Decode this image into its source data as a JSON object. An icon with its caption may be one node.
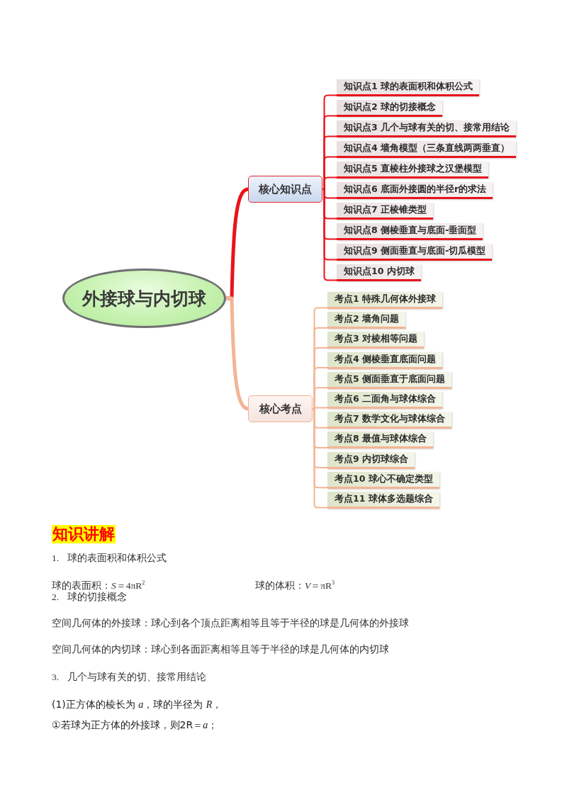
{
  "diagram": {
    "nodes": [
      {
        "text": [
          "外接球与内切球"
        ]
      },
      {
        "text": [
          "核心知识点"
        ]
      },
      {
        "text": [
          "知识点1 球的表面积和体积公式"
        ]
      },
      {
        "text": [
          "知识点2 球的切接概念"
        ]
      },
      {
        "text": [
          "知识点3 几个与球有关的切、接常用结论"
        ]
      },
      {
        "text": [
          "知识点4 墙角模型（三条直线两两垂直）"
        ]
      },
      {
        "text": [
          "知识点5 直棱柱外接球之汉堡模型"
        ]
      },
      {
        "text": [
          "知识点6 底面外接圆的半径r的求法"
        ]
      },
      {
        "text": [
          "知识点7 正棱锥类型"
        ]
      },
      {
        "text": [
          "知识点8 侧棱垂直与底面-垂面型"
        ]
      },
      {
        "text": [
          "知识点9 侧面垂直与底面-切瓜模型"
        ]
      },
      {
        "text": [
          "知识点10 内切球"
        ]
      },
      {
        "text": [
          "核心考点"
        ]
      },
      {
        "text": [
          "考点1 特殊几何体外接球"
        ]
      },
      {
        "text": [
          "考点2 墙角问题"
        ]
      },
      {
        "text": [
          "考点3 对棱相等问题"
        ]
      },
      {
        "text": [
          "考点4 侧棱垂直底面问题"
        ]
      },
      {
        "text": [
          "考点5 侧面垂直于底面问题"
        ]
      },
      {
        "text": [
          "考点6 二面角与球体综合"
        ]
      },
      {
        "text": [
          "考点7 数学文化与球体综合"
        ]
      },
      {
        "text": [
          "考点8 最值与球体综合"
        ]
      },
      {
        "text": [
          "考点9 内切球综合"
        ]
      },
      {
        "text": [
          "考点10 球心不确定类型"
        ]
      },
      {
        "text": [
          "考点11 球体多选题综合"
        ]
      }
    ],
    "edges": [
      {
        "from": 0,
        "to": 1,
        "arrow": "none",
        "style": "thick",
        "color": "#e8141c"
      },
      {
        "from": 1,
        "to": 2,
        "arrow": "none",
        "color": "#e8141c"
      },
      {
        "from": 1,
        "to": 3,
        "arrow": "none",
        "color": "#e8141c"
      },
      {
        "from": 1,
        "to": 4,
        "arrow": "none",
        "color": "#e8141c"
      },
      {
        "from": 1,
        "to": 5,
        "arrow": "none",
        "color": "#e8141c"
      },
      {
        "from": 1,
        "to": 6,
        "arrow": "none",
        "color": "#e8141c"
      },
      {
        "from": 1,
        "to": 7,
        "arrow": "none",
        "color": "#e8141c"
      },
      {
        "from": 1,
        "to": 8,
        "arrow": "none",
        "color": "#e8141c"
      },
      {
        "from": 1,
        "to": 9,
        "arrow": "none",
        "color": "#e8141c"
      },
      {
        "from": 1,
        "to": 10,
        "arrow": "none",
        "color": "#e8141c"
      },
      {
        "from": 1,
        "to": 11,
        "arrow": "none",
        "color": "#e8141c"
      },
      {
        "from": 0,
        "to": 12,
        "arrow": "none",
        "style": "thick"
      },
      {
        "from": 12,
        "to": 13,
        "arrow": "none"
      },
      {
        "from": 12,
        "to": 14,
        "arrow": "none"
      },
      {
        "from": 12,
        "to": 15,
        "arrow": "none"
      },
      {
        "from": 12,
        "to": 16,
        "arrow": "none"
      },
      {
        "from": 12,
        "to": 17,
        "arrow": "none"
      },
      {
        "from": 12,
        "to": 18,
        "arrow": "none"
      },
      {
        "from": 12,
        "to": 19,
        "arrow": "none"
      },
      {
        "from": 12,
        "to": 20,
        "arrow": "none"
      },
      {
        "from": 12,
        "to": 21,
        "arrow": "none"
      },
      {
        "from": 12,
        "to": 22,
        "arrow": "none"
      },
      {
        "from": 12,
        "to": 23,
        "arrow": "none"
      }
    ],
    "labels": [
      "知识讲解",
      "1. 球的表面积和体积公式",
      "球的表面积：*S*＝4πR$^{2}$",
      "球的体积：*V*＝πR$^{3}$",
      "2. 球的切接概念",
      "空间几何体的外接球：球心到各个顶点距离相等且等于半径的球是几何体的外接球",
      "空间几何体的内切球：球心到各面距离相等且等于半径的球是几何体的内切球",
      "3. 几个与球有关的切、接常用结论",
      "(1)正方体的棱长为 *a*，球的半径为 *R*，",
      "①若球为正方体的外接球，则2R＝*a*；"
    ]
  }
}
